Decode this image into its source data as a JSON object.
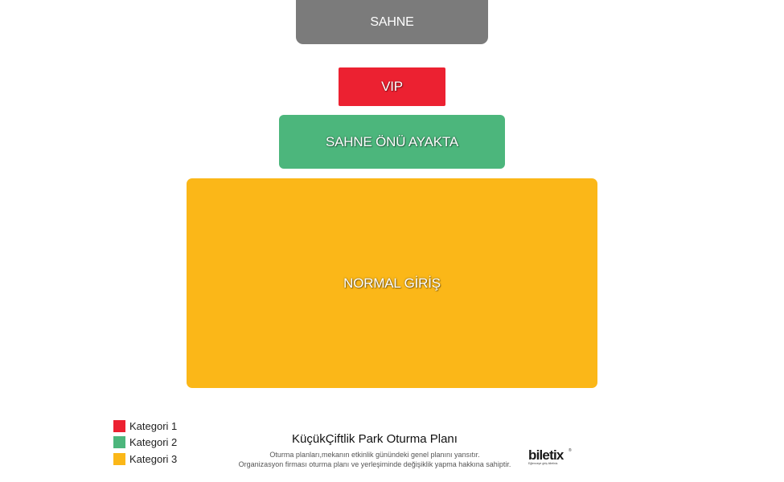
{
  "seating_plan": {
    "zones": {
      "stage": {
        "label": "SAHNE",
        "color": "#7b7b7b"
      },
      "vip": {
        "label": "VIP",
        "color": "#ec2131",
        "category": "Kategori 1"
      },
      "front": {
        "label": "SAHNE ÖNÜ AYAKTA",
        "color": "#4cb67c",
        "category": "Kategori 2"
      },
      "normal": {
        "label": "NORMAL GİRİŞ",
        "color": "#fbb718",
        "category": "Kategori 3"
      }
    }
  },
  "legend": [
    {
      "label": "Kategori 1",
      "color": "#ec2131"
    },
    {
      "label": "Kategori 2",
      "color": "#4cb67c"
    },
    {
      "label": "Kategori 3",
      "color": "#fbb718"
    }
  ],
  "footer": {
    "title": "KüçükÇiftlik Park Oturma Planı",
    "note_line1": "Oturma planları,mekanın etkinlik günündeki genel planını yansıtır.",
    "note_line2": "Organizasyon firması oturma planı ve yerleşiminde değişiklik yapma hakkına sahiptir."
  },
  "logo": {
    "text": "biletix",
    "mark": "®",
    "tagline": "Eğlenceye giriş biletiniz."
  }
}
